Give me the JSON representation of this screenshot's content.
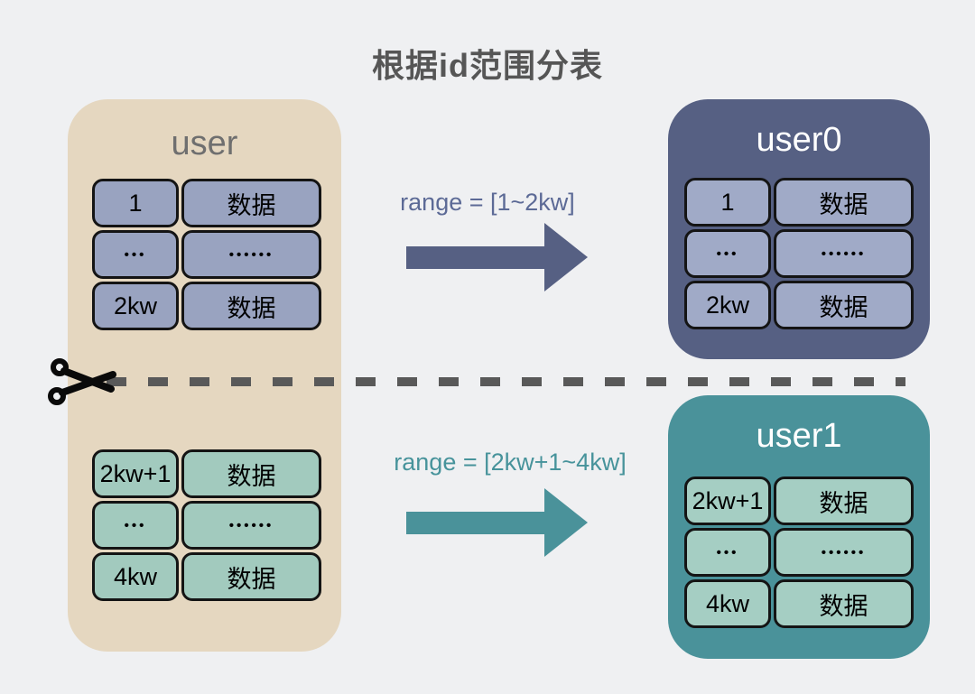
{
  "title": "根据id范围分表",
  "source": {
    "label": "user",
    "top_table": {
      "rows": [
        [
          "1",
          "数据"
        ],
        [
          "•••",
          "••••••"
        ],
        [
          "2kw",
          "数据"
        ]
      ]
    },
    "bottom_table": {
      "rows": [
        [
          "2kw+1",
          "数据"
        ],
        [
          "•••",
          "••••••"
        ],
        [
          "4kw",
          "数据"
        ]
      ]
    }
  },
  "mappings": [
    {
      "range_label": "range = [1~2kw]",
      "target": "user0"
    },
    {
      "range_label": "range = [2kw+1~4kw]",
      "target": "user1"
    }
  ],
  "targets": [
    {
      "label": "user0",
      "rows": [
        [
          "1",
          "数据"
        ],
        [
          "•••",
          "••••••"
        ],
        [
          "2kw",
          "数据"
        ]
      ]
    },
    {
      "label": "user1",
      "rows": [
        [
          "2kw+1",
          "数据"
        ],
        [
          "•••",
          "••••••"
        ],
        [
          "4kw",
          "数据"
        ]
      ]
    }
  ],
  "colors": {
    "background": "#eff0f2",
    "source_panel": "#e5d7c0",
    "user0_panel": "#566083",
    "user1_panel": "#4a929a",
    "blue_cell": "#99a3c0",
    "teal_cell": "#a2cabe",
    "dash": "#595959"
  }
}
